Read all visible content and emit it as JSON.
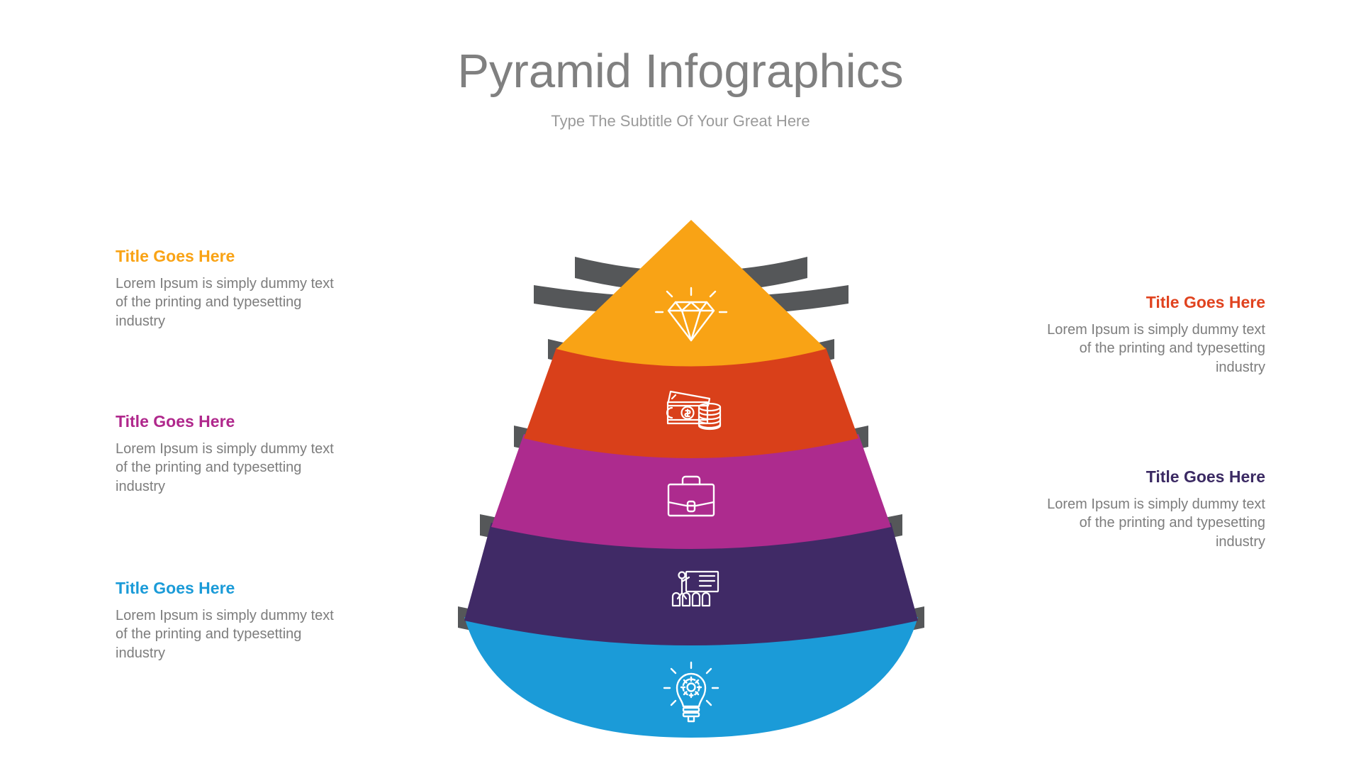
{
  "header": {
    "title": "Pyramid Infographics",
    "subtitle": "Type The Subtitle Of Your Great Here",
    "title_color": "#808080",
    "subtitle_color": "#9a9a9a"
  },
  "body_text_color": "#7d7d7d",
  "divider_color": "#555759",
  "pyramid": {
    "tiers": [
      {
        "id": "tier-1",
        "color": "#F9A315",
        "icon": "diamond-icon",
        "icon_label": "Diamond"
      },
      {
        "id": "tier-2",
        "color": "#D9401A",
        "icon": "money-icon",
        "icon_label": "Money"
      },
      {
        "id": "tier-3",
        "color": "#AD2B8E",
        "icon": "briefcase-icon",
        "icon_label": "Briefcase"
      },
      {
        "id": "tier-4",
        "color": "#402A66",
        "icon": "presentation-icon",
        "icon_label": "Presentation"
      },
      {
        "id": "tier-5",
        "color": "#1B9BD8",
        "icon": "lightbulb-gear-icon",
        "icon_label": "Idea"
      }
    ]
  },
  "left_blocks": [
    {
      "title": "Title Goes Here",
      "title_color": "#F9A315",
      "body": "Lorem Ipsum is simply dummy text of the printing and typesetting industry"
    },
    {
      "title": "Title Goes Here",
      "title_color": "#B0288C",
      "body": "Lorem Ipsum is simply dummy text of the printing and typesetting industry"
    },
    {
      "title": "Title Goes Here",
      "title_color": "#1B9BD8",
      "body": "Lorem Ipsum is simply dummy text of the printing and typesetting industry"
    }
  ],
  "right_blocks": [
    {
      "title": "Title Goes Here",
      "title_color": "#E0431F",
      "body": "Lorem Ipsum is simply dummy text of the printing and typesetting industry"
    },
    {
      "title": "Title Goes Here",
      "title_color": "#3B2A63",
      "body": "Lorem Ipsum is simply dummy text of the printing and typesetting industry"
    }
  ]
}
